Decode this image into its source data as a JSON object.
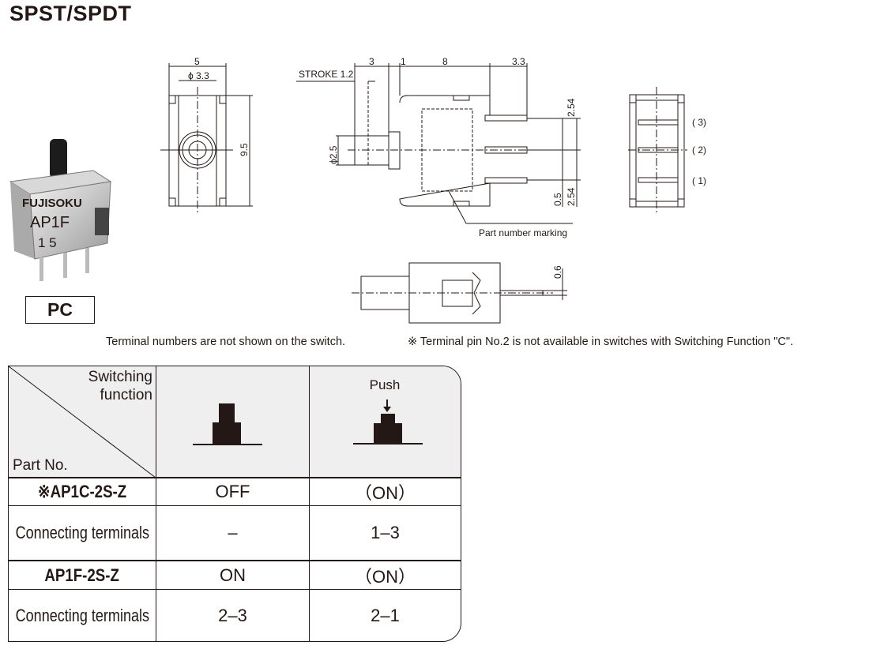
{
  "title": "SPST/SPDT",
  "photo": {
    "brand": "FUJISOKU",
    "model": "AP1F",
    "code": "1 5"
  },
  "mount_label": "PC",
  "drawing": {
    "front": {
      "width": "5",
      "diameter": "ϕ 3.3",
      "height": "9.5"
    },
    "side": {
      "stroke": "STROKE 1.2",
      "dim_plunger": "3",
      "dim_flange": "1",
      "dim_body": "8",
      "dim_terminal": "3.3",
      "plunger_dia": "ϕ2.5",
      "pitch_top": "2.54",
      "pitch_bottom": "2.54",
      "offset": "0.5",
      "marking": "Part number marking"
    },
    "end": {
      "terminals": [
        "( 3)",
        "( 2)",
        "( 1)"
      ]
    },
    "bottom": {
      "thickness": "0.6"
    }
  },
  "notes": [
    "Terminal numbers are not shown on the switch.",
    "※ Terminal pin No.2 is not available in switches with Switching Function \"C\"."
  ],
  "table": {
    "header_function": "Switching\nfunction",
    "header_part": "Part No.",
    "push_label": "Push",
    "rows": [
      {
        "part": "※AP1C-2S-Z",
        "state": "OFF",
        "push": "（ON）",
        "term_label": "Connecting terminals",
        "term_state": "–",
        "term_push": "1–3"
      },
      {
        "part": "AP1F-2S-Z",
        "state": "ON",
        "push": "（ON）",
        "term_label": "Connecting terminals",
        "term_state": "2–3",
        "term_push": "2–1"
      }
    ]
  }
}
